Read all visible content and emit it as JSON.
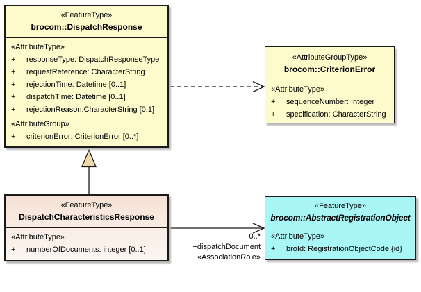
{
  "classes": {
    "dispatchResponse": {
      "stereotype": "«FeatureType»",
      "name": "brocom::DispatchResponse",
      "sections": [
        {
          "stereotype": "«AttributeType»",
          "attributes": [
            {
              "vis": "+",
              "text": "responseType: DispatchResponseType"
            },
            {
              "vis": "+",
              "text": "requestReference: CharacterString"
            },
            {
              "vis": "+",
              "text": "rejectionTime: Datetime [0..1]"
            },
            {
              "vis": "+",
              "text": "dispatchTime: Datetime [0..1]"
            },
            {
              "vis": "+",
              "text": "rejectionReason:CharacterString [0.1]"
            }
          ]
        },
        {
          "stereotype": "«AttributeGroup»",
          "attributes": [
            {
              "vis": "+",
              "text": "criterionError: CriterionError [0..*]"
            }
          ]
        }
      ]
    },
    "criterionError": {
      "stereotype": "«AttributeGroupType»",
      "name": "brocom::CriterionError",
      "sections": [
        {
          "stereotype": "«AttributeType»",
          "attributes": [
            {
              "vis": "+",
              "text": "sequenceNumber: Integer"
            },
            {
              "vis": "+",
              "text": "specification: CharacterString"
            }
          ]
        }
      ]
    },
    "dispatchCharacteristicsResponse": {
      "stereotype": "«FeatureType»",
      "name": "DispatchCharacteristicsResponse",
      "sections": [
        {
          "stereotype": "«AttributeType»",
          "attributes": [
            {
              "vis": "+",
              "text": "numberOfDocuments: integer [0..1]"
            }
          ]
        }
      ]
    },
    "abstractRegistrationObject": {
      "stereotype": "«FeatureType»",
      "name": "brocom::AbstractRegistrationObject",
      "sections": [
        {
          "stereotype": "«AttributeType»",
          "attributes": [
            {
              "vis": "+",
              "text": "broId: RegistrationObjectCode {id}"
            }
          ]
        }
      ]
    }
  },
  "connectors": {
    "generalization": {
      "type": "generalization",
      "from": "DispatchCharacteristicsResponse",
      "to": "brocom::DispatchResponse"
    },
    "dependency": {
      "type": "dependency",
      "from": "brocom::DispatchResponse",
      "to": "brocom::CriterionError"
    },
    "association": {
      "type": "association",
      "from": "DispatchCharacteristicsResponse",
      "to": "brocom::AbstractRegistrationObject",
      "target_multiplicity": "0..*",
      "target_role": "+dispatchDocument",
      "role_stereotype": "«AssociationRole»"
    }
  },
  "colors": {
    "class_fill_yellow": "#FDFBCB",
    "class_fill_pink": "#F5E1D4",
    "class_fill_cyan": "#A8F6F6",
    "generalization_arrow_fill": "#F0D9AC",
    "line": "#1A1A1A"
  }
}
